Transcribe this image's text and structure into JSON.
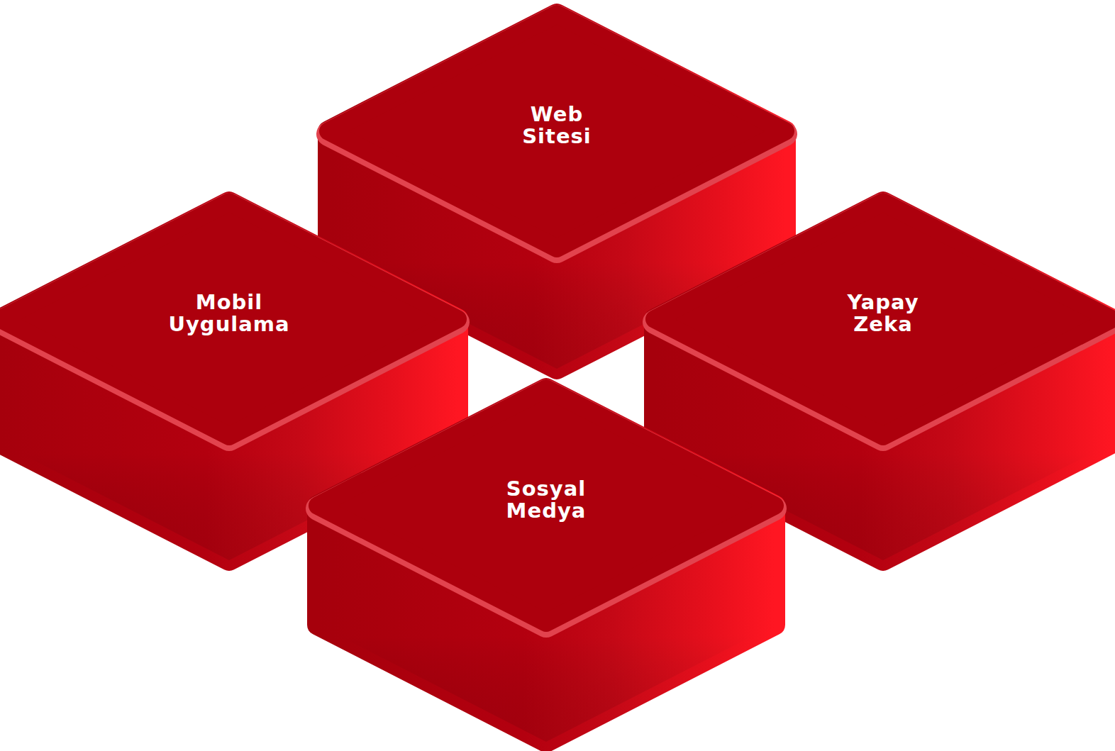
{
  "diagram": {
    "nodes": [
      {
        "text": [
          "Web Sitesi"
        ]
      },
      {
        "text": [
          "Mobil Uygulama"
        ]
      },
      {
        "text": [
          "Yapay Zeka"
        ]
      },
      {
        "text": [
          "Sosyal Medya"
        ]
      }
    ]
  }
}
